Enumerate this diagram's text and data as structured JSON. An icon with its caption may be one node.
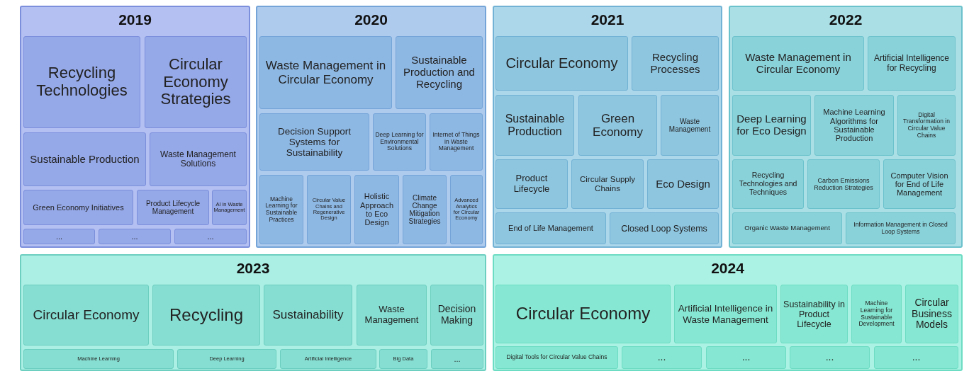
{
  "diagram": {
    "nodes": [
      {
        "text": [
          "2019"
        ]
      },
      {
        "text": [
          "Recycling Technologies"
        ],
        "in": 0
      },
      {
        "text": [
          "Circular Economy Strategies"
        ],
        "in": 0
      },
      {
        "text": [
          "Sustainable Production"
        ],
        "in": 0
      },
      {
        "text": [
          "Waste Management Solutions"
        ],
        "in": 0
      },
      {
        "text": [
          "Green Economy Initiatives"
        ],
        "in": 0
      },
      {
        "text": [
          "Product Lifecycle Management"
        ],
        "in": 0
      },
      {
        "text": [
          "AI in Waste Management"
        ],
        "in": 0
      },
      {
        "text": [
          "..."
        ],
        "in": 0
      },
      {
        "text": [
          "..."
        ],
        "in": 0
      },
      {
        "text": [
          "..."
        ],
        "in": 0
      },
      {
        "text": [
          "2020"
        ]
      },
      {
        "text": [
          "Waste Management in Circular Economy"
        ],
        "in": 11
      },
      {
        "text": [
          "Sustainable Production and Recycling"
        ],
        "in": 11
      },
      {
        "text": [
          "Decision Support Systems for Sustainability"
        ],
        "in": 11
      },
      {
        "text": [
          "Deep Learning for Environmental Solutions"
        ],
        "in": 11
      },
      {
        "text": [
          "Internet of Things in Waste Management"
        ],
        "in": 11
      },
      {
        "text": [
          "Machine Learning for Sustainable Practices"
        ],
        "in": 11
      },
      {
        "text": [
          "Circular Value Chains and Regenerative Design"
        ],
        "in": 11
      },
      {
        "text": [
          "Holistic Approach to Eco Design"
        ],
        "in": 11
      },
      {
        "text": [
          "Climate Change Mitigation Strategies"
        ],
        "in": 11
      },
      {
        "text": [
          "Advanced Analytics for Circular Economy"
        ],
        "in": 11
      },
      {
        "text": [
          "2021"
        ]
      },
      {
        "text": [
          "Circular Economy"
        ],
        "in": 22
      },
      {
        "text": [
          "Recycling Processes"
        ],
        "in": 22
      },
      {
        "text": [
          "Sustainable Production"
        ],
        "in": 22
      },
      {
        "text": [
          "Green Economy"
        ],
        "in": 22
      },
      {
        "text": [
          "Waste Management"
        ],
        "in": 22
      },
      {
        "text": [
          "Product Lifecycle"
        ],
        "in": 22
      },
      {
        "text": [
          "Circular Supply Chains"
        ],
        "in": 22
      },
      {
        "text": [
          "Eco Design"
        ],
        "in": 22
      },
      {
        "text": [
          "End of Life Management"
        ],
        "in": 22
      },
      {
        "text": [
          "Closed Loop Systems"
        ],
        "in": 22
      },
      {
        "text": [
          "2022"
        ]
      },
      {
        "text": [
          "Waste Management in Circular Economy"
        ],
        "in": 33
      },
      {
        "text": [
          "Artificial Intelligence for Recycling"
        ],
        "in": 33
      },
      {
        "text": [
          "Deep Learning for Eco Design"
        ],
        "in": 33
      },
      {
        "text": [
          "Machine Learning Algorithms for Sustainable Production"
        ],
        "in": 33
      },
      {
        "text": [
          "Digital Transformation in Circular Value Chains"
        ],
        "in": 33
      },
      {
        "text": [
          "Recycling Technologies and Techniques"
        ],
        "in": 33
      },
      {
        "text": [
          "Carbon Emissions Reduction Strategies"
        ],
        "in": 33
      },
      {
        "text": [
          "Computer Vision for End of Life Management"
        ],
        "in": 33
      },
      {
        "text": [
          "Organic Waste Management"
        ],
        "in": 33
      },
      {
        "text": [
          "Information Management in Closed Loop Systems"
        ],
        "in": 33
      },
      {
        "text": [
          "2023"
        ]
      },
      {
        "text": [
          "Circular Economy"
        ],
        "in": 44
      },
      {
        "text": [
          "Recycling"
        ],
        "in": 44
      },
      {
        "text": [
          "Sustainability"
        ],
        "in": 44
      },
      {
        "text": [
          "Waste Management"
        ],
        "in": 44
      },
      {
        "text": [
          "Decision Making"
        ],
        "in": 44
      },
      {
        "text": [
          "Machine Learning"
        ],
        "in": 44
      },
      {
        "text": [
          "Deep Learning"
        ],
        "in": 44
      },
      {
        "text": [
          "Artificial Intelligence"
        ],
        "in": 44
      },
      {
        "text": [
          "Big Data"
        ],
        "in": 44
      },
      {
        "text": [
          "..."
        ],
        "in": 44
      },
      {
        "text": [
          "2024"
        ]
      },
      {
        "text": [
          "Circular Economy"
        ],
        "in": 55
      },
      {
        "text": [
          "Artificial Intelligence in Waste Management"
        ],
        "in": 55
      },
      {
        "text": [
          "Sustainability in Product Lifecycle"
        ],
        "in": 55
      },
      {
        "text": [
          "Machine Learning for Sustainable Development"
        ],
        "in": 55
      },
      {
        "text": [
          "Circular Business Models"
        ],
        "in": 55
      },
      {
        "text": [
          "Digital Tools for Circular Value Chains"
        ],
        "in": 55
      },
      {
        "text": [
          "..."
        ],
        "in": 55
      },
      {
        "text": [
          "..."
        ],
        "in": 55
      },
      {
        "text": [
          "..."
        ],
        "in": 55
      },
      {
        "text": [
          "..."
        ],
        "in": 55
      }
    ]
  }
}
